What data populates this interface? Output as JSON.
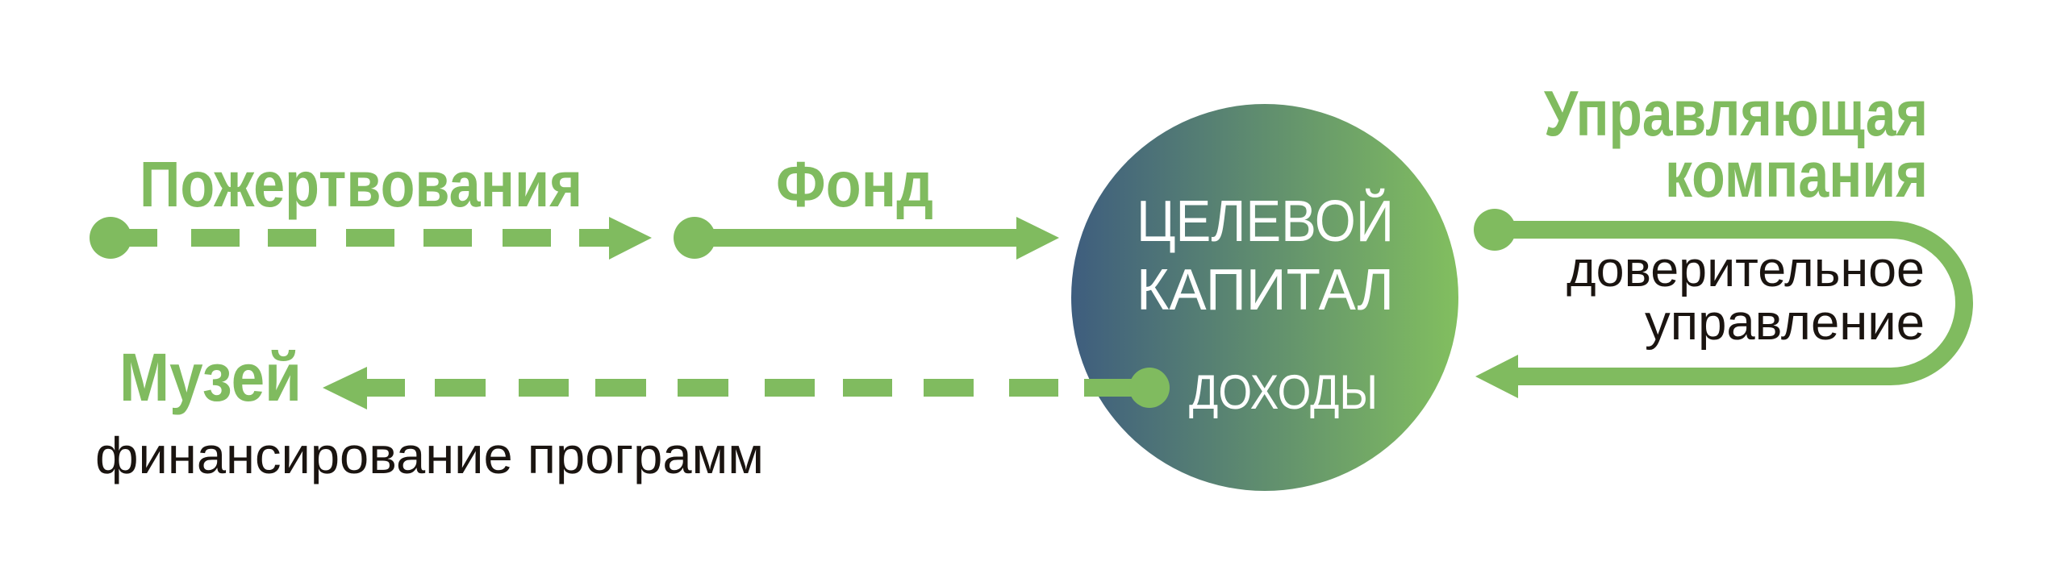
{
  "colors": {
    "accent": "#80bb5f",
    "circle_left": "#3e5d7e",
    "circle_right": "#82bf5f",
    "text_dark": "#1a1410",
    "text_light": "#ffffff"
  },
  "nodes": {
    "donations": "Пожертвования",
    "fund": "Фонд",
    "center_line1": "ЦЕЛЕВОЙ",
    "center_line2": "КАПИТАЛ",
    "income": "ДОХОДЫ",
    "management_line1": "Управляющая",
    "management_line2": "компания",
    "trust_line1": "доверительное",
    "trust_line2": "управление",
    "museum": "Музей",
    "program_funding": "финансирование программ"
  }
}
